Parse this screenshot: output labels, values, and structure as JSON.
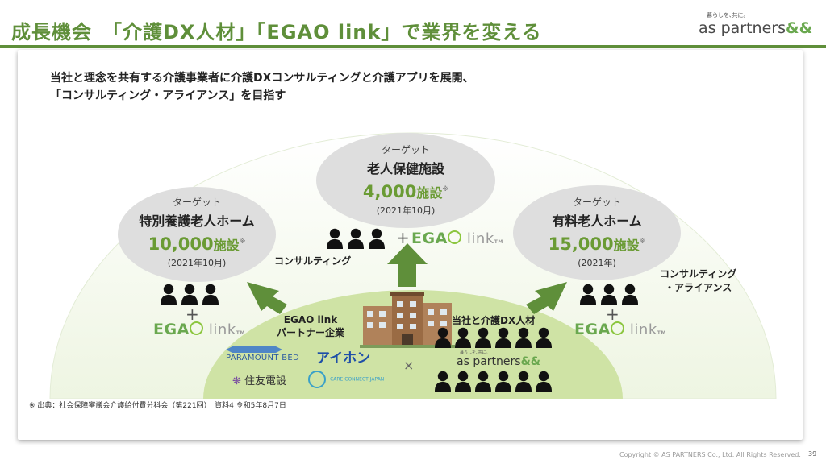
{
  "header": {
    "title": "成長機会　「介護DX人材」「EGAO link」で業界を変える",
    "brand_tagline": "暮らしを､共に｡",
    "brand_name": "as partners",
    "brand_mark": "&&"
  },
  "lead": {
    "line1": "当社と理念を共有する介護事業者に介護DXコンサルティングと介護アプリを展開、",
    "line2": "「コンサルティング・アライアンス」を目指す"
  },
  "targets": [
    {
      "label": "ターゲット",
      "name": "特別養護老人ホーム",
      "count": "10,000",
      "unit": "施設",
      "mark": "※",
      "date": "(2021年10月)"
    },
    {
      "label": "ターゲット",
      "name": "老人保健施設",
      "count": "4,000",
      "unit": "施設",
      "mark": "※",
      "date": "(2021年10月)"
    },
    {
      "label": "ターゲット",
      "name": "有料老人ホーム",
      "count": "15,000",
      "unit": "施設",
      "mark": "※",
      "date": "(2021年)"
    }
  ],
  "egao_logo": {
    "egao": "EGA",
    "link": "link",
    "tm": "TM"
  },
  "plus_sign": "+",
  "labels": {
    "consulting": "コンサルティング",
    "consulting_alliance_1": "コンサルティング",
    "consulting_alliance_2": "・アライアンス",
    "partner_1": "EGAO link",
    "partner_2": "パートナー企業",
    "staff": "当社と介護DX人材",
    "times": "×"
  },
  "partners": {
    "paramount": "PARAMOUNT BED",
    "aiphone": "アイホン",
    "sumitomo": "住友電設",
    "careconnect": "CARE CONNECT JAPAN"
  },
  "source_note": "※ 出典：社会保障審議会介護給付費分科会（第221回）　資料4 令和5年8月7日",
  "copyright": "Copyright © AS PARTNERS Co., Ltd. All Rights Reserved.",
  "page_number": "39",
  "colors": {
    "accent": "#5f8f3a",
    "count": "#6a9b34",
    "hill": "#cfe3a5",
    "arrow": "#5f8f3a",
    "ellipse": "#dedede"
  }
}
